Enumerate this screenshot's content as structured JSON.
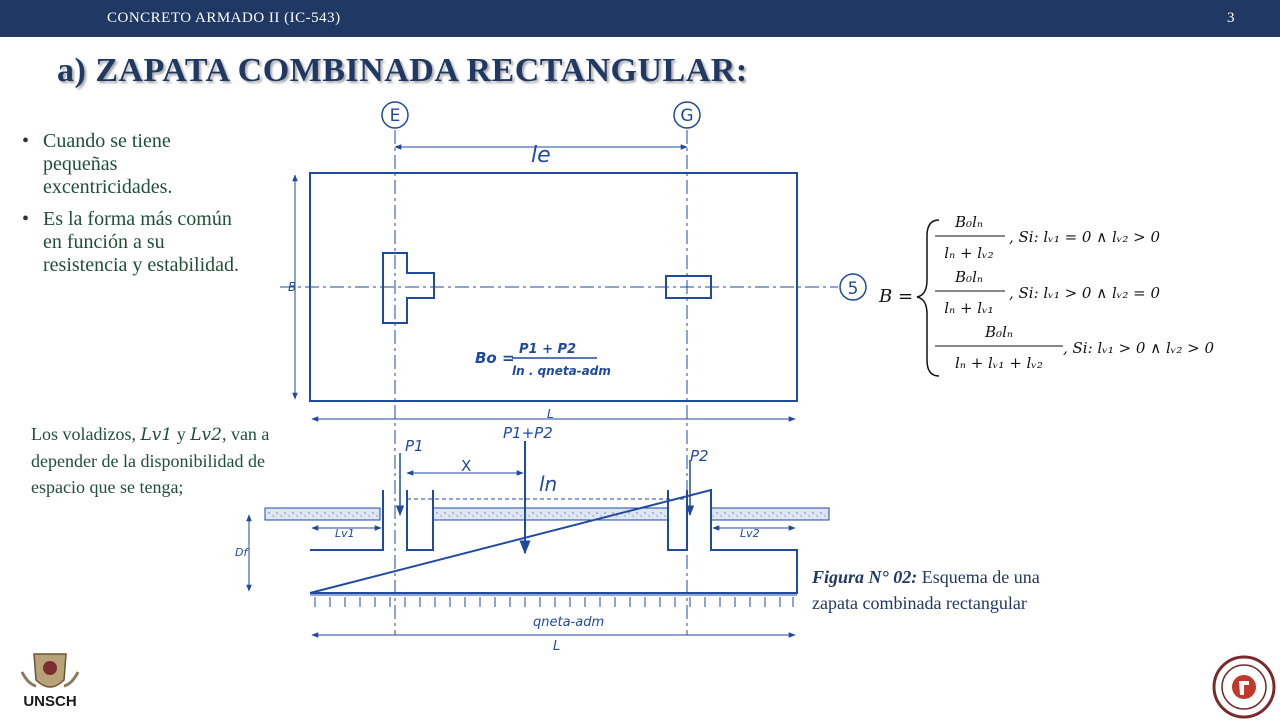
{
  "header": {
    "course": "CONCRETO ARMADO II (IC-543)",
    "page_number": "3"
  },
  "title": "a) ZAPATA COMBINADA RECTANGULAR:",
  "bullets": [
    "Cuando se tiene pequeñas excentricidades.",
    "Es la forma más común en función a su resistencia y estabilidad."
  ],
  "voladizos": {
    "prefix": "Los voladizos, ",
    "lv1": "Lv1",
    "and": " y ",
    "lv2": "Lv2",
    "suffix": ", van a depender de la disponibilidad de espacio que se tenga;"
  },
  "diagram": {
    "axis_e": "E",
    "axis_g": "G",
    "axis_5": "5",
    "le": "le",
    "b": "B",
    "l_top": "L",
    "bo_formula_lhs": "Bo =",
    "bo_formula_num": "P1 + P2",
    "bo_formula_den": "ln . qneta-adm",
    "p1": "P1",
    "p1p2": "P1+P2",
    "p2": "P2",
    "x": "X",
    "ln": "ln",
    "lv1": "Lv1",
    "lv2": "Lv2",
    "df": "Df",
    "q": "qneta-adm",
    "l_bottom": "L"
  },
  "formula": {
    "lhs": "B =",
    "cases": [
      {
        "num": "B₀lₙ",
        "den": "lₙ + lᵥ₂",
        "cond": ", Si:  lᵥ₁ = 0 ∧ lᵥ₂ > 0"
      },
      {
        "num": "B₀lₙ",
        "den": "lₙ + lᵥ₁",
        "cond": ", Si:  lᵥ₁ > 0 ∧ lᵥ₂ = 0"
      },
      {
        "num": "B₀lₙ",
        "den": "lₙ + lᵥ₁ + lᵥ₂",
        "cond": ", Si:  lᵥ₁ > 0 ∧ lᵥ₂ > 0"
      }
    ]
  },
  "caption": {
    "label": "Figura N° 02:",
    "text": " Esquema de una zapata combinada rectangular"
  },
  "logos": {
    "left": "UNSCH"
  },
  "colors": {
    "header_bg": "#1f3864",
    "title": "#1f3864",
    "body_text": "#1f4e3d",
    "diagram": "#1f4aa0"
  }
}
